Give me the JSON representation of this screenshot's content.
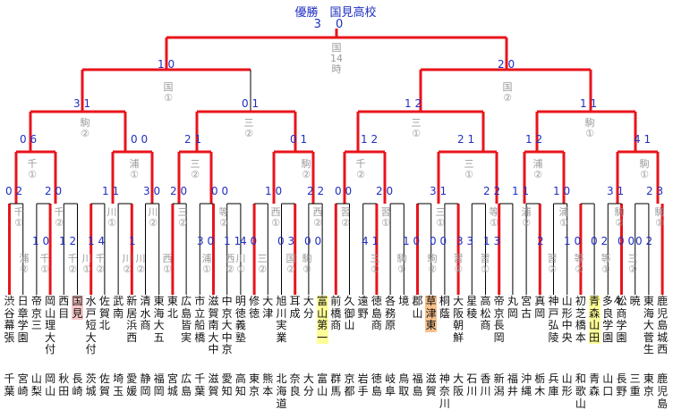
{
  "champion": {
    "label": "優勝　国見高校",
    "score": "3 0"
  },
  "teams": [
    {
      "name": "渋谷幕張",
      "pref": "千葉"
    },
    {
      "name": "日章学園",
      "pref": "宮崎"
    },
    {
      "name": "帝京三",
      "pref": "山梨"
    },
    {
      "name": "岡山理大付",
      "pref": "岡山"
    },
    {
      "name": "西目",
      "pref": "秋田"
    },
    {
      "name": "国見",
      "pref": "長崎",
      "hl": "p"
    },
    {
      "name": "水戸短大付",
      "pref": "茨城"
    },
    {
      "name": "佐賀北",
      "pref": "佐賀"
    },
    {
      "name": "武南",
      "pref": "埼玉"
    },
    {
      "name": "新居浜西",
      "pref": "愛媛"
    },
    {
      "name": "清水商",
      "pref": "静岡"
    },
    {
      "name": "東海大五",
      "pref": "福岡"
    },
    {
      "name": "東北",
      "pref": "宮城"
    },
    {
      "name": "広島皆実",
      "pref": "広島"
    },
    {
      "name": "市立船橋",
      "pref": "千葉"
    },
    {
      "name": "滋賀南大中",
      "pref": "滋賀"
    },
    {
      "name": "中京大中京",
      "pref": "愛知"
    },
    {
      "name": "明徳義塾",
      "pref": "高知"
    },
    {
      "name": "修徳",
      "pref": "東京"
    },
    {
      "name": "大津",
      "pref": "熊本"
    },
    {
      "name": "旭川実業",
      "pref": "北海道"
    },
    {
      "name": "耳成",
      "pref": "奈良"
    },
    {
      "name": "大分",
      "pref": "大分"
    },
    {
      "name": "富山第一",
      "pref": "富山",
      "hl": "y"
    },
    {
      "name": "前橋商",
      "pref": "群馬"
    },
    {
      "name": "久御山",
      "pref": "京都"
    },
    {
      "name": "遠野",
      "pref": "岩手"
    },
    {
      "name": "徳島商",
      "pref": "徳島"
    },
    {
      "name": "各務原",
      "pref": "岐阜"
    },
    {
      "name": "境",
      "pref": "鳥取"
    },
    {
      "name": "郡山",
      "pref": "福島"
    },
    {
      "name": "草津東",
      "pref": "滋賀",
      "hl": "o"
    },
    {
      "name": "桐蔭",
      "pref": "神奈川"
    },
    {
      "name": "大阪朝鮮",
      "pref": "大阪"
    },
    {
      "name": "星稜",
      "pref": "石川"
    },
    {
      "name": "高松商",
      "pref": "香川"
    },
    {
      "name": "帝京長岡",
      "pref": "新潟"
    },
    {
      "name": "丸岡",
      "pref": "福井"
    },
    {
      "name": "宮古",
      "pref": "沖縄"
    },
    {
      "name": "真岡",
      "pref": "栃木"
    },
    {
      "name": "神戸弘陵",
      "pref": "兵庫"
    },
    {
      "name": "山形中央",
      "pref": "山形"
    },
    {
      "name": "初芝橋本",
      "pref": "和歌山"
    },
    {
      "name": "青森山田",
      "pref": "青森",
      "hl": "y"
    },
    {
      "name": "多々良学園",
      "pref": "山口"
    },
    {
      "name": "松商学園",
      "pref": "長野"
    },
    {
      "name": "暁",
      "pref": "三重"
    },
    {
      "name": "東海大菅生",
      "pref": "東京"
    },
    {
      "name": "鹿児島城西",
      "pref": "鹿児島"
    }
  ],
  "round_labels": [
    {
      "id": "final",
      "text": "国 14 時"
    },
    {
      "id": "sf1",
      "text": "国 ①"
    },
    {
      "id": "sf2",
      "text": "国 ②"
    },
    {
      "id": "qf1",
      "text": "駒 ②"
    },
    {
      "id": "qf2",
      "text": "三 ②"
    },
    {
      "id": "qf3",
      "text": "三 ①"
    },
    {
      "id": "qf4",
      "text": "駒 ①"
    },
    {
      "id": "r3a",
      "text": "千 ①"
    },
    {
      "id": "r3b",
      "text": "浦 ①"
    },
    {
      "id": "r3c",
      "text": "三 ②"
    },
    {
      "id": "r3d",
      "text": "駒 ②"
    },
    {
      "id": "r3e",
      "text": "千 ②"
    },
    {
      "id": "r3f",
      "text": "三 ①"
    },
    {
      "id": "r3g",
      "text": "浦 ②"
    },
    {
      "id": "r3h",
      "text": "駒 ①"
    },
    {
      "id": "r2a",
      "text": "千 ①"
    },
    {
      "id": "r2b",
      "text": "千 ②"
    },
    {
      "id": "r2c",
      "text": "川 ①"
    },
    {
      "id": "r2d",
      "text": "川 ②"
    },
    {
      "id": "r2e",
      "text": "三 ②"
    },
    {
      "id": "r2f",
      "text": "等 ②"
    },
    {
      "id": "r2g",
      "text": "西 ①"
    },
    {
      "id": "r2h",
      "text": "西 ②"
    },
    {
      "id": "r2i",
      "text": "習 ②"
    },
    {
      "id": "r2j",
      "text": "習 ①"
    },
    {
      "id": "r2k",
      "text": "三 ①"
    },
    {
      "id": "r2l",
      "text": "等 ①"
    },
    {
      "id": "r2m",
      "text": "浦 ②"
    },
    {
      "id": "r2n",
      "text": "浦 ①"
    },
    {
      "id": "r2o",
      "text": "駒 ②"
    },
    {
      "id": "r2p",
      "text": "駒 ①"
    },
    {
      "id": "r1a",
      "text": "千 ①"
    },
    {
      "id": "r1b",
      "text": "千 ②"
    },
    {
      "id": "r1c",
      "text": "千 ②"
    },
    {
      "id": "r1d",
      "text": "川 ②"
    },
    {
      "id": "r1e",
      "text": "浦 ①"
    },
    {
      "id": "r1f",
      "text": "川 ①"
    },
    {
      "id": "r1g",
      "text": "三 ②"
    },
    {
      "id": "r1h",
      "text": "国 ②"
    },
    {
      "id": "r1i",
      "text": "三 ①"
    },
    {
      "id": "r1j",
      "text": "駒 ①"
    },
    {
      "id": "r1k",
      "text": "駒 ②"
    },
    {
      "id": "r1l",
      "text": "習 ②"
    },
    {
      "id": "r1m",
      "text": "習 ①"
    },
    {
      "id": "r1n",
      "text": "習 ②"
    },
    {
      "id": "r1o",
      "text": "等 ②"
    },
    {
      "id": "r1p",
      "text": "等 ①"
    },
    {
      "id": "r1q",
      "text": "三 ②"
    },
    {
      "id": "r1r",
      "text": "浦 ②"
    },
    {
      "id": "r1s",
      "text": "川 ①"
    },
    {
      "id": "r1t",
      "text": "川 ②"
    },
    {
      "id": "r1u",
      "text": "西 ①"
    },
    {
      "id": "r1v",
      "text": "西 ②"
    },
    {
      "id": "r1w",
      "text": "駒 ①"
    }
  ],
  "scores": [
    {
      "id": "f",
      "text": "1 0"
    },
    {
      "id": "f2",
      "text": "2 0"
    },
    {
      "id": "s1",
      "text": "3 1"
    },
    {
      "id": "s2",
      "text": "0 1"
    },
    {
      "id": "s3",
      "text": "1 2"
    },
    {
      "id": "s4",
      "text": "1 1"
    },
    {
      "id": "q1",
      "text": "0 6"
    },
    {
      "id": "q2",
      "text": "0 0"
    },
    {
      "id": "q3",
      "text": "2 1"
    },
    {
      "id": "q4",
      "text": "0 1"
    },
    {
      "id": "q5",
      "text": "1 2"
    },
    {
      "id": "q6",
      "text": "2 1"
    },
    {
      "id": "q7",
      "text": "1 2"
    },
    {
      "id": "q8",
      "text": "4 1"
    },
    {
      "id": "t1",
      "text": "0 2"
    },
    {
      "id": "t2",
      "text": "2 0"
    },
    {
      "id": "t3",
      "text": "1 1"
    },
    {
      "id": "t4",
      "text": "3 0"
    },
    {
      "id": "t5",
      "text": "2 0"
    },
    {
      "id": "t6",
      "text": "0 0"
    },
    {
      "id": "t7",
      "text": "1 0"
    },
    {
      "id": "t8",
      "text": "2 2"
    },
    {
      "id": "t9",
      "text": "0 0"
    },
    {
      "id": "t10",
      "text": "2 0"
    },
    {
      "id": "t11",
      "text": "3 1"
    },
    {
      "id": "t12",
      "text": "2 2"
    },
    {
      "id": "t13",
      "text": "1 1"
    },
    {
      "id": "t14",
      "text": "1 0"
    },
    {
      "id": "t15",
      "text": "3 1"
    },
    {
      "id": "t16",
      "text": "2 3"
    },
    {
      "id": "u1",
      "text": "1 0"
    },
    {
      "id": "u2",
      "text": "1 2"
    },
    {
      "id": "u3",
      "text": "1 4"
    },
    {
      "id": "u4",
      "text": "1"
    },
    {
      "id": "u5",
      "text": "3 0"
    },
    {
      "id": "u6",
      "text": "1 1"
    },
    {
      "id": "u7",
      "text": "4 0"
    },
    {
      "id": "u8",
      "text": "0 3"
    },
    {
      "id": "u9",
      "text": "0 0"
    },
    {
      "id": "u10",
      "text": "4 1"
    },
    {
      "id": "u11",
      "text": "1 0"
    },
    {
      "id": "u12",
      "text": "0 0"
    },
    {
      "id": "u13",
      "text": "3 3"
    },
    {
      "id": "u14",
      "text": "1 3"
    },
    {
      "id": "u15",
      "text": "2"
    },
    {
      "id": "u16",
      "text": "1 0"
    },
    {
      "id": "u17",
      "text": "0 2"
    },
    {
      "id": "u18",
      "text": "0 0"
    },
    {
      "id": "u19",
      "text": "0 2"
    }
  ],
  "colors": {
    "win_line": "#e8141c",
    "line": "#000000",
    "score": "#1f2fc0",
    "label": "#9a9a9a"
  }
}
